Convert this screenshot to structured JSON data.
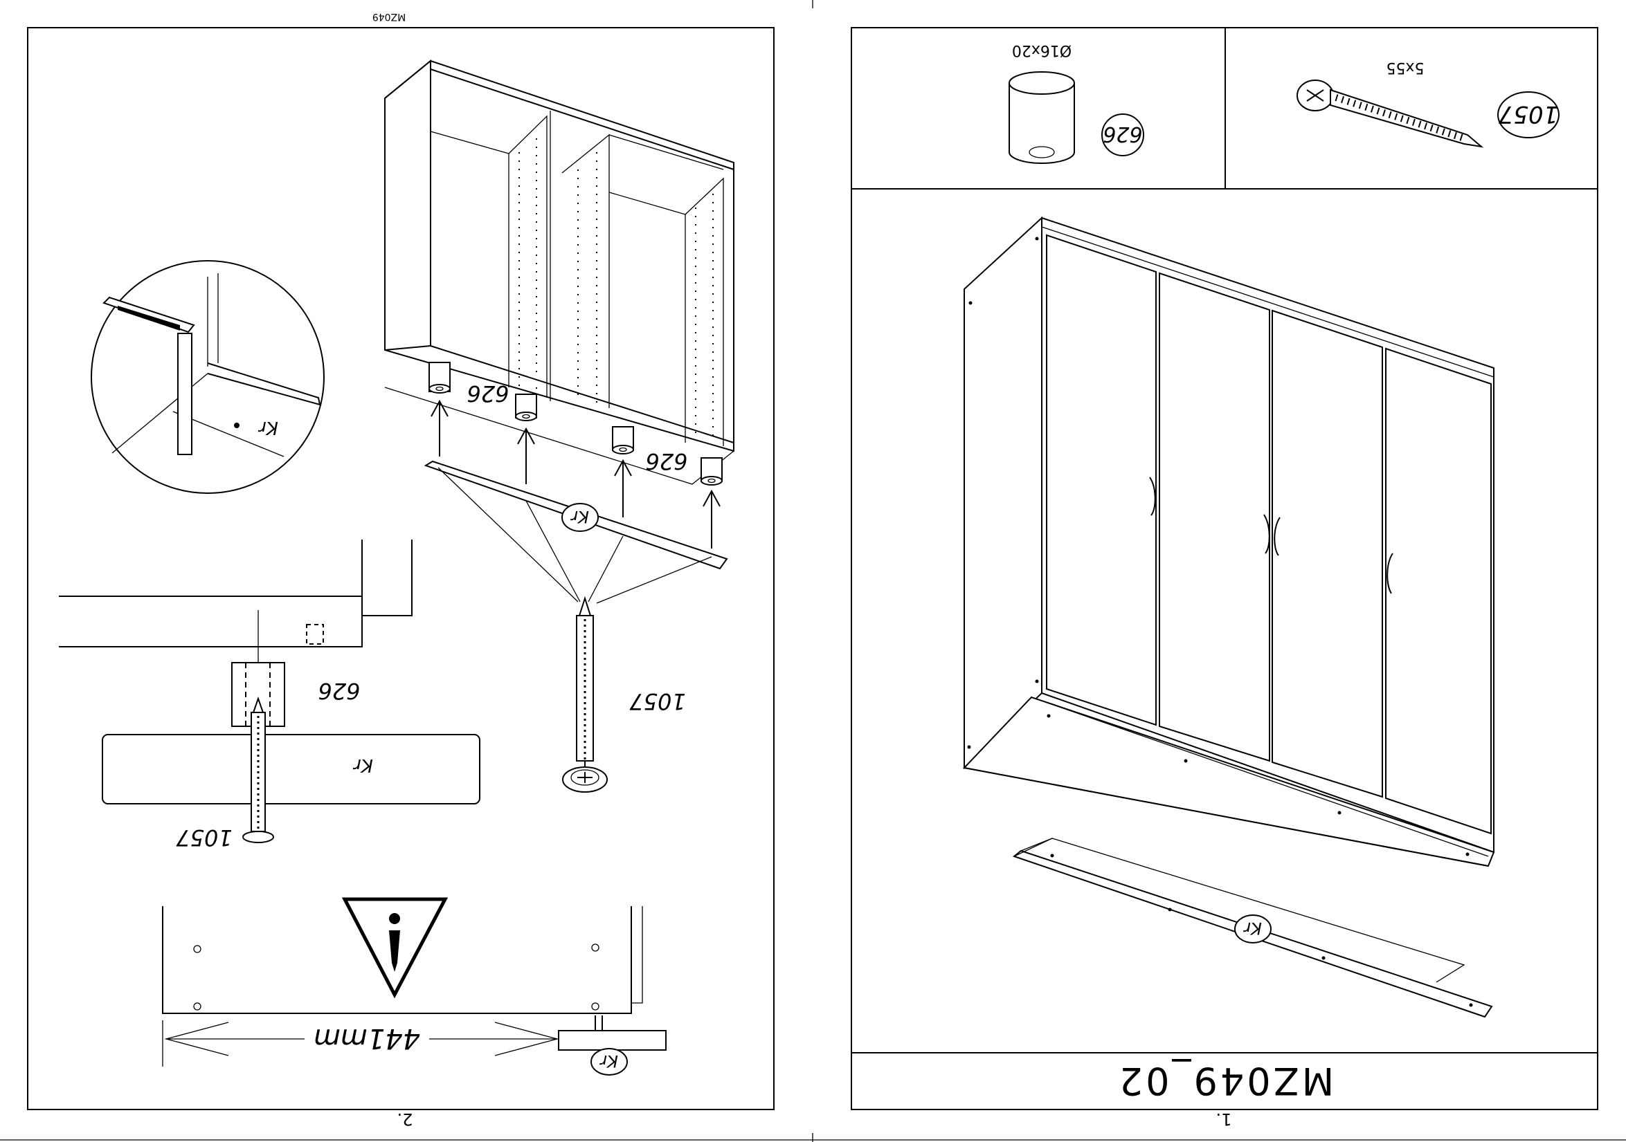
{
  "document": {
    "top_code": "MZ049",
    "model_label": "MZ049_02",
    "left_page_number": "2.",
    "right_page_number": "1."
  },
  "parts": [
    {
      "id": "626",
      "size": "Ø16x20"
    },
    {
      "id": "1057",
      "size": "5x55"
    }
  ],
  "step2": {
    "callout_626_a": "626",
    "callout_626_b": "626",
    "callout_1057_screw": "1057",
    "detail_626": "626",
    "detail_1057": "1057",
    "panel_label": "Kr",
    "zoom_label": "Kr",
    "plinth_badge": "Kr",
    "dimension": "441mm",
    "dim_badge": "Kr",
    "info_symbol": "i"
  },
  "step1": {
    "plinth_badge": "Kr"
  }
}
